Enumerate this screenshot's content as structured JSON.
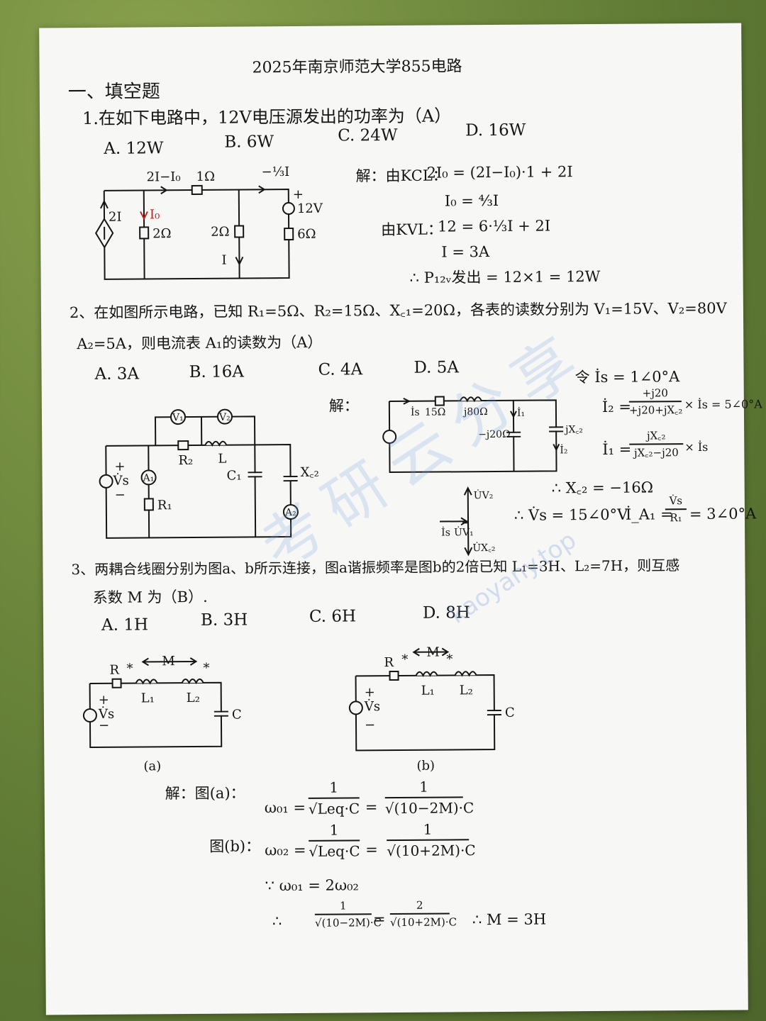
{
  "title": "2025年南京师范大学855电路",
  "section": "一、填空题",
  "q1": {
    "text": "1.在如下电路中，12V电压源发出的功率为（A）",
    "opts": [
      "A. 12W",
      "B. 6W",
      "C. 24W",
      "D. 16W"
    ],
    "circuit": {
      "cs": "2I",
      "i_top": "2I−I₀",
      "i_top_red": "I₀",
      "r_top": "1Ω",
      "i0": "I₀",
      "r_left": "2Ω",
      "r_mid": "2Ω",
      "i_mid": "I",
      "i_right": "−⅓I",
      "vs": "12V",
      "r_right": "6Ω",
      "plus": "+",
      "minus": "−"
    },
    "sol": [
      "解：由KCL：",
      "2I₀ = (2I−I₀)·1 + 2I",
      "I₀ = ⁴⁄₃I",
      "由KVL：",
      "12 = 6·⅓I + 2I",
      "I = 3A",
      "∴ P₁₂ᵥ发出 = 12×1 = 12W"
    ]
  },
  "q2": {
    "text1": "2、在如图所示电路，已知 R₁=5Ω、R₂=15Ω、X꜀₁=20Ω，各表的读数分别为 V₁=15V、V₂=80V",
    "text2": "A₂=5A，则电流表 A₁的读数为（A）",
    "opts": [
      "A. 3A",
      "B. 16A",
      "C. 4A",
      "D. 5A"
    ],
    "circuit": {
      "v1": "V₁",
      "v2": "V₂",
      "a1": "A₁",
      "a2": "A₂",
      "vs": "V̇s",
      "r1": "R₁",
      "r2": "R₂",
      "l": "L",
      "c1": "C₁",
      "xc2": "X꜀₂",
      "plus": "+",
      "minus": "−"
    },
    "sol": {
      "jie": "解：",
      "let": "令 İs = 1∠0°A",
      "i2": "İ₂ =",
      "i2_num": "+j20",
      "i2_den": "+j20+jX꜀₂",
      "i2_rest": "× İs = 5∠0°A",
      "i1": "İ₁ =",
      "i1_num": "jX꜀₂",
      "i1_den": "jX꜀₂−j20",
      "i1_rest": "× İs",
      "xc2": "∴ X꜀₂ = −16Ω",
      "vs": "∴ V̇s = 15∠0°V",
      "ia1": "İ_A₁ =",
      "ia1_num": "V̇s",
      "ia1_den": "R₁",
      "ia1_rest": "= 3∠0°A",
      "c_is": "İs",
      "c_r": "15Ω",
      "c_l": "j80Ω",
      "c_i1": "İ₁",
      "c_xc": "−j20Ω",
      "c_jxc2": "jX꜀₂",
      "c_i2": "İ₂",
      "p_v2": "U̇V₂",
      "p_is": "İs",
      "p_v1": "U̇V₁",
      "p_xc2": "U̇X꜀₂"
    }
  },
  "q3": {
    "text1": "3、两耦合线圈分别为图a、b所示连接，图a谐振频率是图b的2倍已知 L₁=3H、L₂=7H，则互感",
    "text2": "系数 M 为（B）.",
    "opts": [
      "A. 1H",
      "B. 3H",
      "C. 6H",
      "D. 8H"
    ],
    "circuit": {
      "r": "R",
      "m": "M",
      "l1": "L₁",
      "l2": "L₂",
      "c": "C",
      "vs": "V̇s",
      "star": "*",
      "plus": "+",
      "minus": "−",
      "cap_a": "(a)",
      "cap_b": "(b)"
    },
    "sol": {
      "jie": "解：图(a)：",
      "w01": "ω₀₁ =",
      "w01_f1_num": "1",
      "w01_f1_den": "√Leq·C",
      "eq": "=",
      "w01_f2_num": "1",
      "w01_f2_den": "√(10−2M)·C",
      "figb": "图(b)：",
      "w02": "ω₀₂ =",
      "w02_f1_num": "1",
      "w02_f1_den": "√Leq·C",
      "w02_f2_num": "1",
      "w02_f2_den": "√(10+2M)·C",
      "since": "∵ ω₀₁ = 2ω₀₂",
      "so": "∴",
      "f3_num": "1",
      "f3_den": "√(10−2M)·C",
      "f4_num": "2",
      "f4_den": "√(10+2M)·C",
      "result": "∴ M = 3H"
    }
  },
  "watermark": {
    "cn": "考研云分享",
    "url": "kaoyany.top"
  }
}
